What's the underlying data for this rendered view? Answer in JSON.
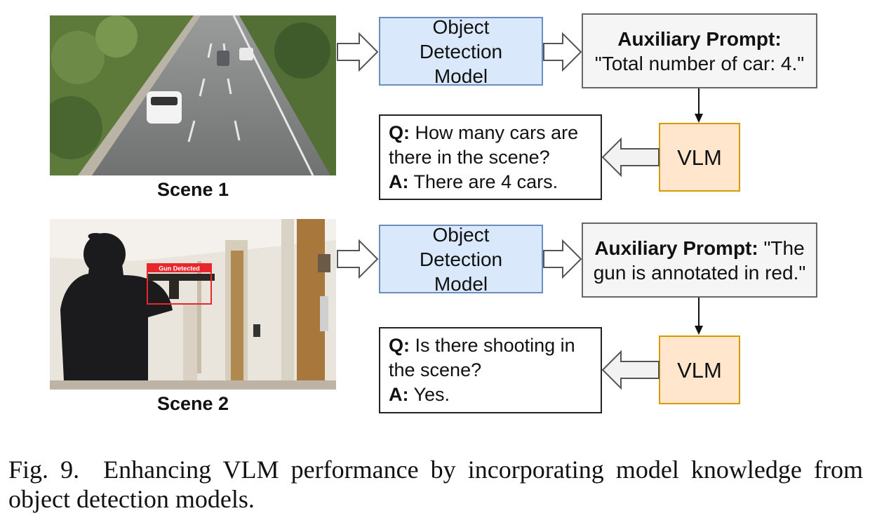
{
  "scene1": {
    "label": "Scene 1",
    "detector_label": "Object Detection Model",
    "prompt": {
      "title": "Auxiliary Prompt:",
      "text": "\"Total number of car: 4.\""
    },
    "vlm_label": "VLM",
    "qa": {
      "q_label": "Q:",
      "q_line1": "How many cars are",
      "q_line2": "there in the scene?",
      "a_label": "A:",
      "a_text": "There are 4 cars."
    }
  },
  "scene2": {
    "label": "Scene 2",
    "detection_tag": "Gun Detected",
    "detector_label": "Object Detection Model",
    "prompt": {
      "title": "Auxiliary Prompt:",
      "text_part1": "\"The",
      "text_line2": "gun is annotated in red.\""
    },
    "vlm_label": "VLM",
    "qa": {
      "q_label": "Q:",
      "q_line1": "Is there shooting in",
      "q_line2": "the scene?",
      "a_label": "A:",
      "a_text": "Yes."
    }
  },
  "caption": {
    "number": "Fig. 9.",
    "text": "Enhancing VLM performance by incorporating model knowledge from object detection models."
  },
  "colors": {
    "detector_fill": "#dae8fc",
    "detector_border": "#6c8ebf",
    "prompt_fill": "#f5f5f5",
    "vlm_fill": "#ffe6cc",
    "vlm_border": "#d79b00",
    "detection_red": "#e8262b"
  }
}
